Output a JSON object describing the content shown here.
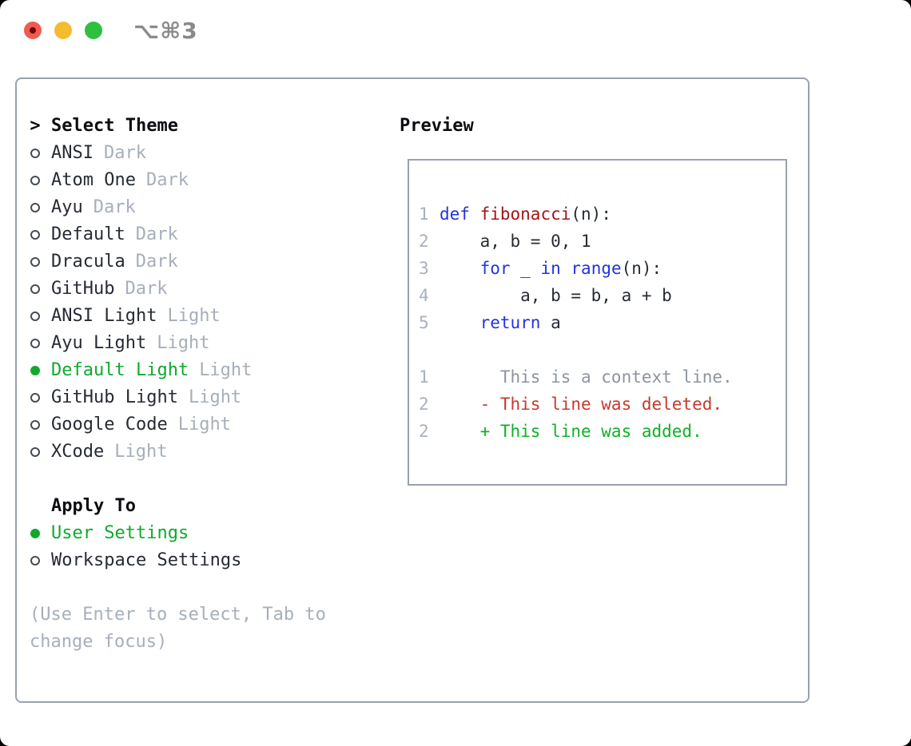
{
  "window": {
    "title": "⌥⌘3"
  },
  "theme_list": {
    "header": {
      "marker": ">",
      "label": "Select Theme"
    },
    "items": [
      {
        "name": "ANSI",
        "tag": "Dark",
        "selected": false
      },
      {
        "name": "Atom One",
        "tag": "Dark",
        "selected": false
      },
      {
        "name": "Ayu",
        "tag": "Dark",
        "selected": false
      },
      {
        "name": "Default",
        "tag": "Dark",
        "selected": false
      },
      {
        "name": "Dracula",
        "tag": "Dark",
        "selected": false
      },
      {
        "name": "GitHub",
        "tag": "Dark",
        "selected": false
      },
      {
        "name": "ANSI Light",
        "tag": "Light",
        "selected": false
      },
      {
        "name": "Ayu Light",
        "tag": "Light",
        "selected": false
      },
      {
        "name": "Default Light",
        "tag": "Light",
        "selected": true
      },
      {
        "name": "GitHub Light",
        "tag": "Light",
        "selected": false
      },
      {
        "name": "Google Code",
        "tag": "Light",
        "selected": false
      },
      {
        "name": "XCode",
        "tag": "Light",
        "selected": false
      }
    ]
  },
  "apply_to": {
    "label": "Apply To",
    "options": [
      {
        "name": "User Settings",
        "selected": true
      },
      {
        "name": "Workspace Settings",
        "selected": false
      }
    ]
  },
  "help_text": {
    "line1": "(Use Enter to select, Tab to",
    "line2": "change focus)"
  },
  "preview": {
    "label": "Preview",
    "code_lines": [
      {
        "num": "1",
        "tokens": [
          {
            "t": "def",
            "c": "keyword"
          },
          {
            "t": " ",
            "c": "plain"
          },
          {
            "t": "fibonacci",
            "c": "function"
          },
          {
            "t": "(n):",
            "c": "plain"
          }
        ]
      },
      {
        "num": "2",
        "tokens": [
          {
            "t": "    a, b = 0, 1",
            "c": "plain"
          }
        ]
      },
      {
        "num": "3",
        "tokens": [
          {
            "t": "    ",
            "c": "plain"
          },
          {
            "t": "for",
            "c": "keyword"
          },
          {
            "t": " _ ",
            "c": "plain"
          },
          {
            "t": "in",
            "c": "keyword"
          },
          {
            "t": " ",
            "c": "plain"
          },
          {
            "t": "range",
            "c": "keyword"
          },
          {
            "t": "(n):",
            "c": "plain"
          }
        ]
      },
      {
        "num": "4",
        "tokens": [
          {
            "t": "        a, b = b, a + b",
            "c": "plain"
          }
        ]
      },
      {
        "num": "5",
        "tokens": [
          {
            "t": "    ",
            "c": "plain"
          },
          {
            "t": "return",
            "c": "keyword"
          },
          {
            "t": " a",
            "c": "plain"
          }
        ]
      },
      {
        "num": "",
        "tokens": []
      },
      {
        "num": "1",
        "tokens": [
          {
            "t": "      This is a context line.",
            "c": "context"
          }
        ]
      },
      {
        "num": "2",
        "tokens": [
          {
            "t": "    - This line was deleted.",
            "c": "deleted"
          }
        ]
      },
      {
        "num": "2",
        "tokens": [
          {
            "t": "    + This line was added.",
            "c": "added"
          }
        ]
      }
    ]
  },
  "colors": {
    "accent_green": "#11a92d",
    "added_green": "#10b128",
    "deleted_red": "#c53b2c",
    "keyword_blue": "#2433e0",
    "function_red": "#a31514",
    "context_gray": "#8d949d",
    "lineno_gray": "#a8b1bc",
    "muted_gray": "#a6afba",
    "text_dark": "#262b33",
    "border_gray": "#99a2ae",
    "title_gray": "#8a8a8a",
    "traffic_red": "#ef5b50",
    "traffic_red_dot": "#6f0b00",
    "traffic_yellow": "#f6bc2f",
    "traffic_green": "#2fc13d"
  }
}
